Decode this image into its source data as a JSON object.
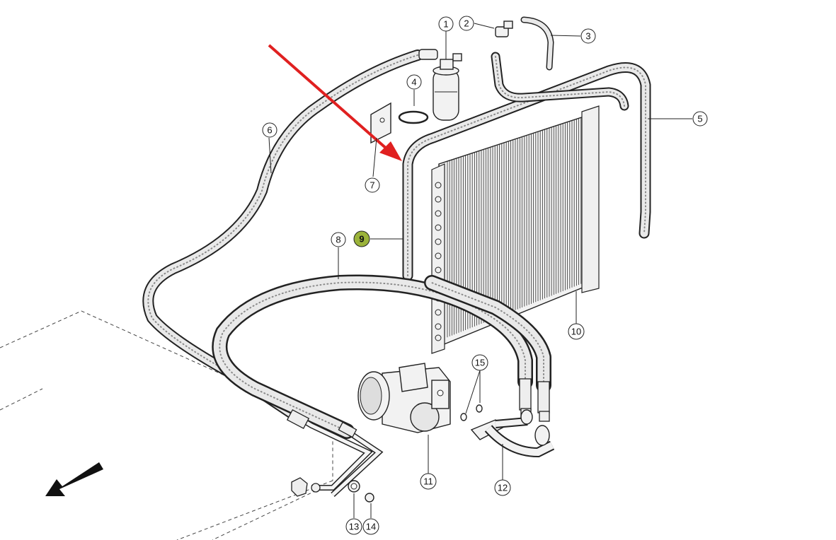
{
  "diagram": {
    "callouts": [
      {
        "label": "1",
        "highlighted": false
      },
      {
        "label": "2",
        "highlighted": false
      },
      {
        "label": "3",
        "highlighted": false
      },
      {
        "label": "4",
        "highlighted": false
      },
      {
        "label": "5",
        "highlighted": false
      },
      {
        "label": "6",
        "highlighted": false
      },
      {
        "label": "7",
        "highlighted": false
      },
      {
        "label": "8",
        "highlighted": false
      },
      {
        "label": "9",
        "highlighted": true
      },
      {
        "label": "10",
        "highlighted": false
      },
      {
        "label": "11",
        "highlighted": false
      },
      {
        "label": "12",
        "highlighted": false
      },
      {
        "label": "13",
        "highlighted": false
      },
      {
        "label": "14",
        "highlighted": false
      },
      {
        "label": "15",
        "highlighted": false
      }
    ],
    "colors": {
      "highlight_fill": "#9bb33a",
      "pointer_arrow": "#e02020",
      "line": "#222222",
      "hose_fill": "#e9e9e9"
    }
  }
}
